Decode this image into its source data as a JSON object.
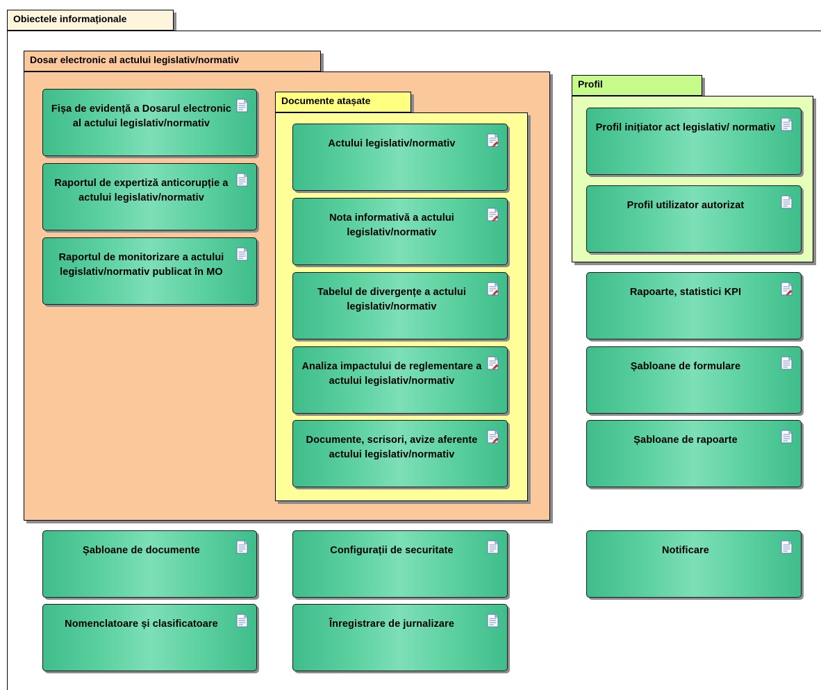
{
  "packages": {
    "outer": "Obiectele informaționale",
    "dosar": "Dosar electronic al actului legislativ/normativ",
    "documente": "Documente atașate",
    "profil": "Profil"
  },
  "classes": {
    "fisa": "Fișa de evidență a Dosarul electronic al actului legislativ/normativ",
    "raport_expertiza": "Raportul de expertiză anticorupție a actului legislativ/normativ",
    "raport_monitorizare": "Raportul de monitorizare a actului legislativ/normativ publicat în MO",
    "actului": "Actului legislativ/normativ",
    "nota": "Nota informativă a actului legislativ/normativ",
    "tabelul": "Tabelul de divergențe a actului legislativ/normativ",
    "analiza": "Analiza impactului de reglementare a actului legislativ/normativ",
    "documente_scrisori": "Documente, scrisori, avize aferente actului legislativ/normativ",
    "profil_initiator": "Profil inițiator act legislativ/ normativ",
    "profil_utilizator": "Profil utilizator autorizat",
    "rapoarte": "Rapoarte, statistici KPI",
    "sabloane_formulare": "Șabloane de formulare",
    "sabloane_rapoarte": "Șabloane de rapoarte",
    "sabloane_documente": "Șabloane de documente",
    "configuratii": "Configurații de securitate",
    "notificare": "Notificare",
    "nomenclatoare": "Nomenclatoare și clasificatoare",
    "inregistrare": "Înregistrare de jurnalizare"
  },
  "icons": {
    "document": "document-icon",
    "document_edit": "document-edit-icon"
  },
  "colors": {
    "class_fill": "#5fd2a2",
    "dosar_fill": "#fbc89c",
    "documente_fill": "#ffff99",
    "profil_fill": "#e6ffb8"
  }
}
